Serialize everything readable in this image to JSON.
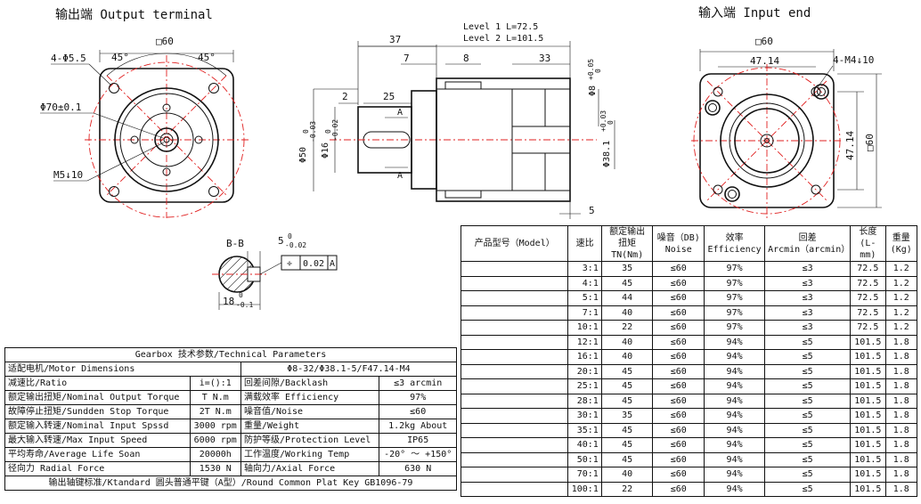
{
  "titles": {
    "output": "输出端 Output terminal",
    "input": "输入端 Input end"
  },
  "output_dims": {
    "square": "□60",
    "holes": "4-Φ5.5",
    "angle1": "45°",
    "angle2": "45°",
    "pcd": "Φ70±0.1",
    "tap": "M5↓10"
  },
  "side_dims": {
    "level1": "Level 1 L=72.5",
    "level2": "Level 2 L=101.5",
    "d37": "37",
    "d7": "7",
    "d8": "8",
    "d33": "33",
    "d2": "2",
    "d25": "25",
    "a1": "A",
    "a2": "A",
    "d5": "5",
    "phi50": "Φ50",
    "phi50_tol": "0\n-0.03",
    "phi16": "Φ16",
    "phi16_tol": "0\n-0.02",
    "phi8": "Φ8",
    "phi8_tol": "+0.05\n0",
    "phi38": "Φ38.1",
    "phi38_tol": "+0.03\n0"
  },
  "section_dims": {
    "label": "B-B",
    "key_width": "5",
    "key_tol_top": "0",
    "key_tol_bot": "-0.02",
    "tol_symbol": "÷",
    "tol_value": "0.02",
    "tol_datum": "A",
    "depth": "18",
    "depth_tol_top": "0",
    "depth_tol_bot": "-0.1"
  },
  "input_dims": {
    "square": "□60",
    "pitch_h": "47.14",
    "pitch_v": "47.14",
    "side_square": "□60",
    "tap": "4-M4↓10"
  },
  "params": {
    "title": "Gearbox 技术参数/Technical Parameters",
    "rows": [
      {
        "k1": "适配电机/Motor Dimensions",
        "v1": "",
        "k2": "Φ8-32/Φ38.1-5/F47.14-M4",
        "v2": ""
      },
      {
        "k1": "减速比/Ratio",
        "v1": "i=():1",
        "k2": "回差间隙/Backlash",
        "v2": "≤3 arcmin"
      },
      {
        "k1": "额定输出扭矩/Nominal Output Torque",
        "v1": "T N.m",
        "k2": "满载效率 Efficiency",
        "v2": "97%"
      },
      {
        "k1": "故障停止扭矩/Sundden Stop Torque",
        "v1": "2T N.m",
        "k2": "噪音值/Noise",
        "v2": "≤60"
      },
      {
        "k1": "额定输入转速/Nominal Input Spssd",
        "v1": "3000 rpm",
        "k2": "重量/Weight",
        "v2": "1.2kg About"
      },
      {
        "k1": "最大输入转速/Max Input Speed",
        "v1": "6000 rpm",
        "k2": "防护等级/Protection Level",
        "v2": "IP65"
      },
      {
        "k1": "平均寿命/Average Life Soan",
        "v1": "20000h",
        "k2": "工作温度/Working Temp",
        "v2": "-20° ～ +150°"
      },
      {
        "k1": "径向力 Radial Force",
        "v1": "1530 N",
        "k2": "轴向力/Axial Force",
        "v2": "630 N"
      }
    ],
    "footer": "输出轴键标准/Ktandard 圆头普通平键（A型）/Round Common Plat Key GB1096-79"
  },
  "model_table": {
    "headers": [
      "产品型号（Model）",
      "速比",
      "额定输出\n扭矩TN(Nm)",
      "噪音（DB)\nNoise",
      "效率\nEfficiency",
      "回差\nArcmin（arcmin）",
      "长度\n(L-mm)",
      "重量\n(Kg)"
    ],
    "rows": [
      [
        "",
        "3:1",
        "35",
        "≤60",
        "97%",
        "≤3",
        "72.5",
        "1.2"
      ],
      [
        "",
        "4:1",
        "45",
        "≤60",
        "97%",
        "≤3",
        "72.5",
        "1.2"
      ],
      [
        "",
        "5:1",
        "44",
        "≤60",
        "97%",
        "≤3",
        "72.5",
        "1.2"
      ],
      [
        "",
        "7:1",
        "40",
        "≤60",
        "97%",
        "≤3",
        "72.5",
        "1.2"
      ],
      [
        "",
        "10:1",
        "22",
        "≤60",
        "97%",
        "≤3",
        "72.5",
        "1.2"
      ],
      [
        "",
        "12:1",
        "40",
        "≤60",
        "94%",
        "≤5",
        "101.5",
        "1.8"
      ],
      [
        "",
        "16:1",
        "40",
        "≤60",
        "94%",
        "≤5",
        "101.5",
        "1.8"
      ],
      [
        "",
        "20:1",
        "45",
        "≤60",
        "94%",
        "≤5",
        "101.5",
        "1.8"
      ],
      [
        "",
        "25:1",
        "45",
        "≤60",
        "94%",
        "≤5",
        "101.5",
        "1.8"
      ],
      [
        "",
        "28:1",
        "45",
        "≤60",
        "94%",
        "≤5",
        "101.5",
        "1.8"
      ],
      [
        "",
        "30:1",
        "35",
        "≤60",
        "94%",
        "≤5",
        "101.5",
        "1.8"
      ],
      [
        "",
        "35:1",
        "45",
        "≤60",
        "94%",
        "≤5",
        "101.5",
        "1.8"
      ],
      [
        "",
        "40:1",
        "45",
        "≤60",
        "94%",
        "≤5",
        "101.5",
        "1.8"
      ],
      [
        "",
        "50:1",
        "45",
        "≤60",
        "94%",
        "≤5",
        "101.5",
        "1.8"
      ],
      [
        "",
        "70:1",
        "40",
        "≤60",
        "94%",
        "≤5",
        "101.5",
        "1.8"
      ],
      [
        "",
        "100:1",
        "22",
        "≤60",
        "94%",
        "≤5",
        "101.5",
        "1.8"
      ]
    ]
  }
}
